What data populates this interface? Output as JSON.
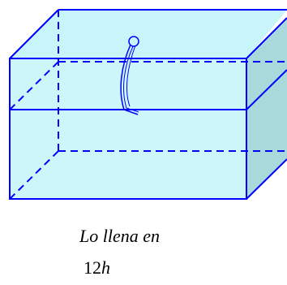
{
  "caption": {
    "text": "Lo llena en",
    "time_value": "12",
    "time_unit": "h"
  },
  "colors": {
    "front_face": "#cdf6fb",
    "top_face": "#c8f5fa",
    "side_face": "#a9d9da",
    "edge": "#0000ff",
    "stroke_hidden": "#0000ff",
    "hose": "#0000ff"
  }
}
